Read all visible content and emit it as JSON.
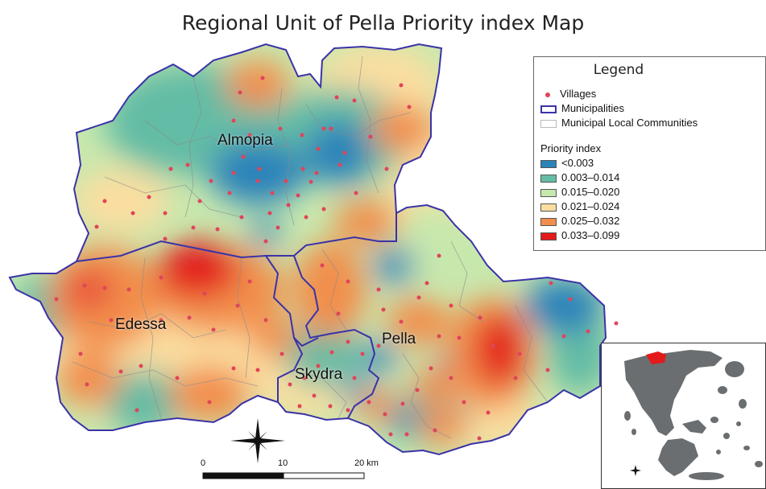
{
  "title": "Regional Unit of Pella Priority  index Map",
  "places": {
    "almopia": "Almopia",
    "edessa": "Edessa",
    "skydra": "Skydra",
    "pella": "Pella"
  },
  "legend": {
    "title": "Legend",
    "villages": "Villages",
    "municipalities": "Municipalities",
    "local_communities": "Municipal Local Communities",
    "priority_label": "Priority index",
    "classes": [
      {
        "label": "<0.003",
        "color": "#2b83ba"
      },
      {
        "label": "0.003–0.014",
        "color": "#64bca5"
      },
      {
        "label": "0.015–0.020",
        "color": "#c7e8ad"
      },
      {
        "label": "0.021–0.024",
        "color": "#fbdea0"
      },
      {
        "label": "0.025–0.032",
        "color": "#f28e4c"
      },
      {
        "label": "0.033–0.099",
        "color": "#e31a1c"
      }
    ],
    "village_color": "#e0455a",
    "municipality_color": "#3a33a8"
  },
  "scale": {
    "label_0": "0",
    "label_10": "10",
    "label_20": "20 km"
  },
  "inset": {
    "country_color": "#6a6e70",
    "highlight_color": "#e31a1c"
  }
}
